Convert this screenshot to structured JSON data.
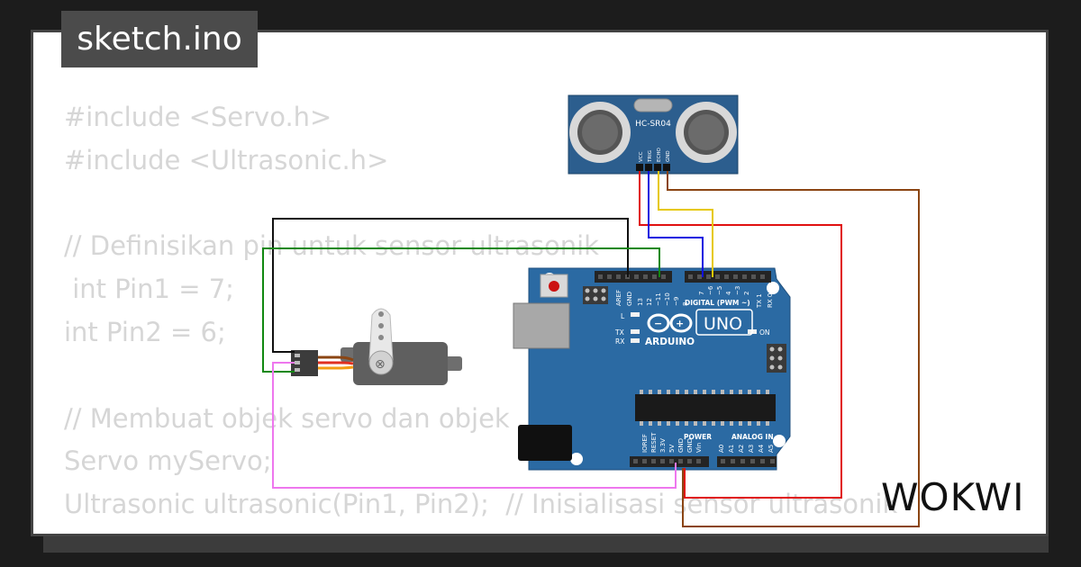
{
  "tab": {
    "filename": "sketch.ino"
  },
  "code_lines": [
    "#include <Servo.h>",
    "#include <Ultrasonic.h>",
    "",
    "// Definisikan pin untuk sensor ultrasonik",
    " int Pin1 = 7;",
    "int Pin2 = 6;",
    "",
    "// Membuat objek servo dan objek",
    "Servo myServo;",
    "Ultrasonic ultrasonic(Pin1, Pin2);  // Inisialisasi sensor ultrasonik"
  ],
  "sensor": {
    "label": "HC-SR04",
    "pins": [
      "VCC",
      "TRIG",
      "ECHO",
      "GND"
    ]
  },
  "arduino": {
    "brand": "ARDUINO",
    "model": "UNO",
    "digital_label": "DIGITAL (PWM ~)",
    "digital_pins": [
      "AREF",
      "GND",
      "13",
      "12",
      "~11",
      "~10",
      "~9",
      "8",
      "7",
      "~6",
      "~5",
      "4",
      "~3",
      "2",
      "TX 1",
      "RX 0"
    ],
    "led_l": "L",
    "led_tx": "TX",
    "led_rx": "RX",
    "led_on": "ON",
    "power_label": "POWER",
    "analog_label": "ANALOG IN",
    "power_pins": [
      "IOREF",
      "RESET",
      "3.3V",
      "5V",
      "GND",
      "GND",
      "Vin"
    ],
    "analog_pins": [
      "A0",
      "A1",
      "A2",
      "A3",
      "A4",
      "A5"
    ]
  },
  "brand": {
    "logo": "WOKWI"
  },
  "colors": {
    "board": "#2b6aa3",
    "sensor": "#2c5e8e",
    "wire_vcc": "#e01010",
    "wire_trig": "#1010e0",
    "wire_echo": "#f0d000",
    "wire_gnd": "#8b4513",
    "wire_servo_gnd": "#000000",
    "wire_servo_signal": "#118811",
    "wire_servo_power": "#ee77ee"
  }
}
